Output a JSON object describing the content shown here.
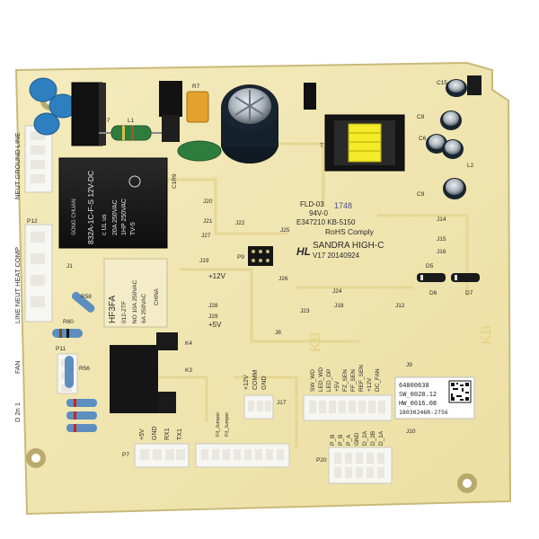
{
  "board": {
    "colors": {
      "substrate": "#f1e6b0",
      "substrate_edge": "#d8c98a",
      "trace": "#e6d79a",
      "relay_black": "#1b1b1b",
      "relay_cream": "#f4ecc8",
      "connector_white": "#f6f6f2",
      "cap_blue": "#2d7fc0",
      "cap_green": "#2f7d3e",
      "electrolytic": "#15202b",
      "transformer_yellow": "#f3ea2a",
      "label_white": "#ffffff"
    },
    "title_marking": {
      "line1": "FLD-03",
      "line2": "94V-0",
      "line3": "E347210 KB-5150",
      "line4": "RoHS Comply",
      "logo": "HL",
      "maker": "SANDRA HIGH-C",
      "version": "V17  20140924",
      "stamp": "1748"
    },
    "relay_large": {
      "line1": "832A-1C-F-S  12V-DC",
      "line2": "20A 250VAC",
      "line3": "1HP 250VAC",
      "line4": "TV-5",
      "ul": "c UL us",
      "brand": "SONG CHUAN"
    },
    "relay_small": {
      "model": "HF3FA",
      "code": "012-ZTF",
      "rating1": "NO 10A 250VAC",
      "rating2": "6A 250VAC",
      "origin": "CHINA"
    },
    "sticker": {
      "line1": "64800638",
      "line2": "SW_0028.12",
      "line3": "HW_0016.08",
      "line4": "18030246R-2756"
    },
    "left_labels": {
      "top": "NEUT GROUND LINE",
      "middle": "LINE NEUT HEAT COMP",
      "fan": "FAN",
      "bottom": "D 2n 1"
    },
    "supply_labels": [
      "+12V",
      "+5V"
    ],
    "bottom_pins": [
      "+5V",
      "GND",
      "RX1",
      "TX1"
    ],
    "mid_pins": [
      "+12V",
      "COMM",
      "GND"
    ],
    "sensor_pins": [
      "SW_WD",
      "LED_WD",
      "LED_DP",
      "+5V",
      "FZ_SEN",
      "FF_SEN",
      "REF_SEN",
      "+12V",
      "DC_FAN"
    ],
    "damper_pins": [
      "P_B",
      "P_B",
      "P_A",
      "GND",
      "D_2A",
      "D_2B",
      "D_1A"
    ],
    "jumper_text": "Fil_Jumper",
    "watermark": "KB",
    "refdes": {
      "c7": "C7",
      "r7": "R7",
      "l1": "L1",
      "c15": "C15",
      "c8": "C8",
      "c9": "C9",
      "c6": "C6",
      "t1": "T1",
      "l2": "L2",
      "p12": "P12",
      "p11": "P11",
      "p9": "P9",
      "p7": "P7",
      "p20": "P20",
      "j1": "J1",
      "j14": "J14",
      "j15": "J15",
      "j16": "J16",
      "j17": "J17",
      "j18": "J18",
      "j19": "J19",
      "j20": "J20",
      "j21": "J21",
      "j22": "J22",
      "j23": "J23",
      "j24": "J24",
      "j25": "J25",
      "j26": "J26",
      "j27": "J27",
      "j28": "J28",
      "j29": "J29",
      "j8": "J8",
      "j9": "J9",
      "j10": "J10",
      "j12": "J12",
      "d5": "D5",
      "d6": "D6",
      "d7": "D7",
      "r56": "R56",
      "r60": "R60",
      "r58": "R58",
      "k3": "K3",
      "k4": "K4",
      "c1r9": "C1R9"
    }
  }
}
